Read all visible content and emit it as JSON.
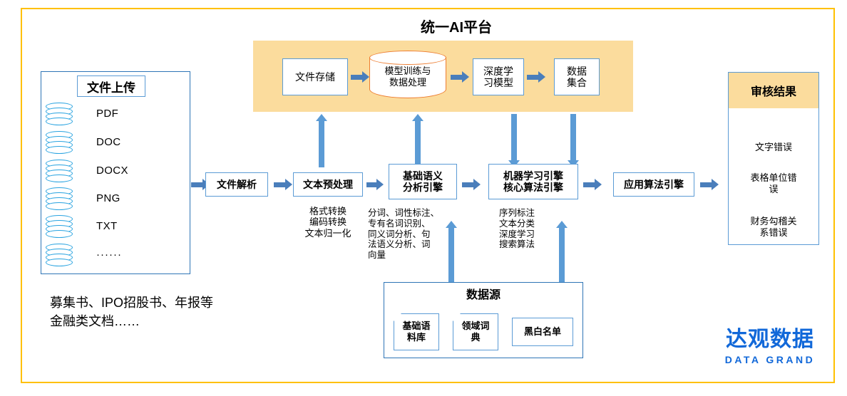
{
  "frame": {
    "border_color": "#FFC000"
  },
  "colors": {
    "accent_blue": "#5B9BD5",
    "arrow_blue": "#4A7EBB",
    "panel_yellow": "#FBDC9D",
    "cylinder_orange": "#ED7D31",
    "brand_blue": "#1168D9"
  },
  "upload": {
    "title": "文件上传",
    "formats": [
      "PDF",
      "DOC",
      "DOCX",
      "PNG",
      "TXT",
      "······"
    ],
    "caption": "募集书、IPO招股书、年报等\n金融类文档……"
  },
  "ai_platform": {
    "title": "统一AI平台",
    "nodes": [
      {
        "label": "文件存储",
        "shape": "rect"
      },
      {
        "label": "模型训练与\n数据处理",
        "shape": "cylinder"
      },
      {
        "label": "深度学\n习模型",
        "shape": "rect"
      },
      {
        "label": "数据\n集合",
        "shape": "rect"
      }
    ]
  },
  "pipeline": {
    "stages": [
      {
        "label": "文件解析",
        "note": ""
      },
      {
        "label": "文本预处理",
        "note": "格式转换\n编码转换\n文本归一化"
      },
      {
        "label": "基础语义\n分析引擎",
        "note": "分词、词性标注、\n专有名词识别、\n同义词分析、句\n法语义分析、词\n向量"
      },
      {
        "label": "机器学习引擎\n核心算法引擎",
        "note": "序列标注\n文本分类\n深度学习\n搜索算法"
      },
      {
        "label": "应用算法引擎",
        "note": ""
      }
    ]
  },
  "data_source": {
    "title": "数据源",
    "items": [
      {
        "label": "基础语\n料库",
        "folded": true
      },
      {
        "label": "领域词\n典",
        "folded": true
      },
      {
        "label": "黑白名单",
        "folded": false
      }
    ]
  },
  "result": {
    "title": "审核结果",
    "items": [
      "文字错误",
      "表格单位错\n误",
      "财务勾稽关\n系错误"
    ]
  },
  "logo": {
    "cn": "达观数据",
    "en": "DATA GRAND"
  }
}
